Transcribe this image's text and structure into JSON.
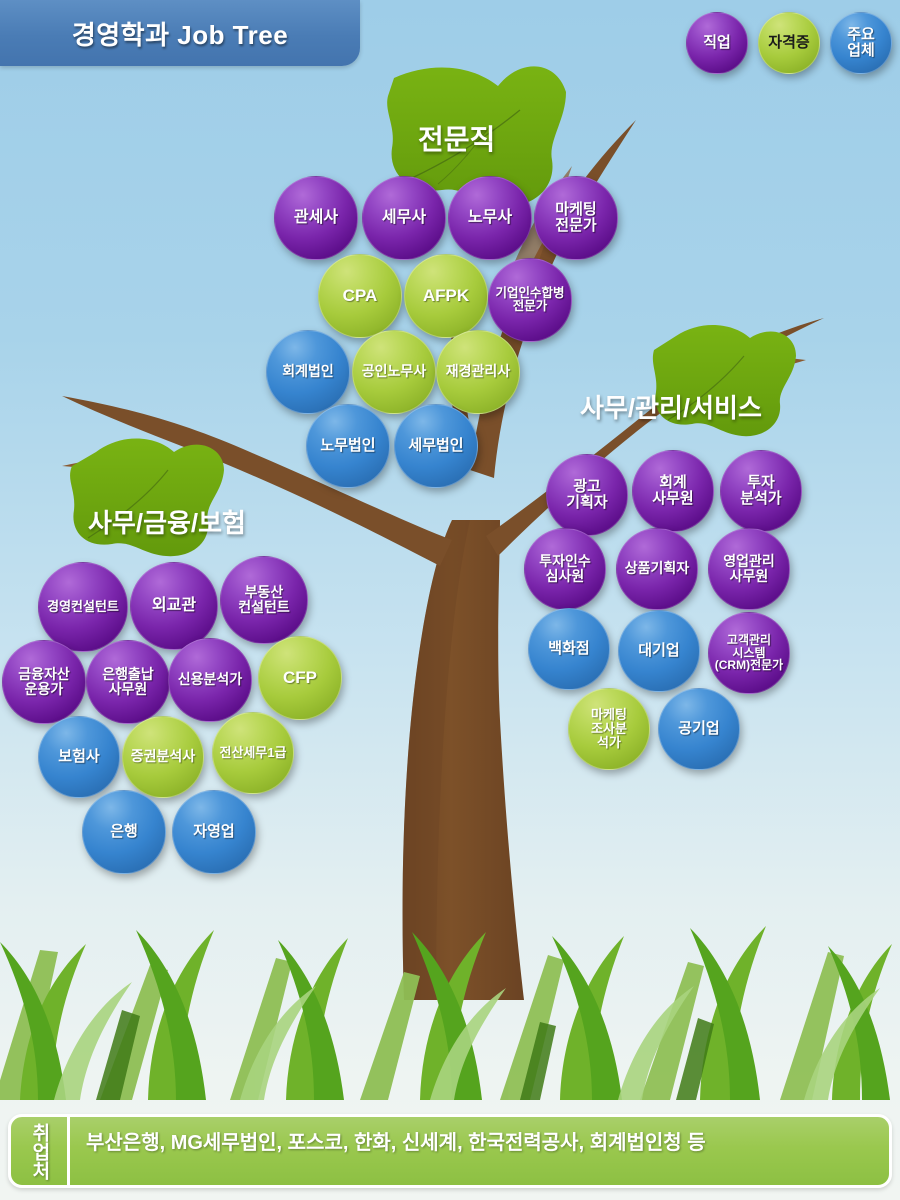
{
  "header": {
    "title": "경영학과 Job Tree"
  },
  "legend": {
    "items": [
      {
        "label": "직업",
        "color_key": "purple",
        "hex": "#7a25ab"
      },
      {
        "label": "자격증",
        "color_key": "green",
        "hex": "#a7cb3c"
      },
      {
        "label": "주요\n업체",
        "color_key": "blue",
        "hex": "#3684cf"
      }
    ]
  },
  "branches": [
    {
      "leaf_label": "전문직",
      "nodes": [
        {
          "label": "관세사",
          "type": "purple"
        },
        {
          "label": "세무사",
          "type": "purple"
        },
        {
          "label": "노무사",
          "type": "purple"
        },
        {
          "label": "마케팅\n전문가",
          "type": "purple"
        },
        {
          "label": "CPA",
          "type": "green"
        },
        {
          "label": "AFPK",
          "type": "green"
        },
        {
          "label": "기업인수합병\n전문가",
          "type": "purple"
        },
        {
          "label": "회계법인",
          "type": "blue"
        },
        {
          "label": "공인노무사",
          "type": "green"
        },
        {
          "label": "재경관리사",
          "type": "green"
        },
        {
          "label": "노무법인",
          "type": "blue"
        },
        {
          "label": "세무법인",
          "type": "blue"
        }
      ]
    },
    {
      "leaf_label": "사무/관리/서비스",
      "nodes": [
        {
          "label": "광고\n기획자",
          "type": "purple"
        },
        {
          "label": "회계\n사무원",
          "type": "purple"
        },
        {
          "label": "투자\n분석가",
          "type": "purple"
        },
        {
          "label": "투자인수\n심사원",
          "type": "purple"
        },
        {
          "label": "상품기획자",
          "type": "purple"
        },
        {
          "label": "영업관리\n사무원",
          "type": "purple"
        },
        {
          "label": "백화점",
          "type": "blue"
        },
        {
          "label": "대기업",
          "type": "blue"
        },
        {
          "label": "고객관리\n시스템\n(CRM)전문가",
          "type": "purple"
        },
        {
          "label": "마케팅\n조사분\n석가",
          "type": "green"
        },
        {
          "label": "공기업",
          "type": "blue"
        }
      ]
    },
    {
      "leaf_label": "사무/금융/보험",
      "nodes": [
        {
          "label": "경영컨설턴트",
          "type": "purple"
        },
        {
          "label": "외교관",
          "type": "purple"
        },
        {
          "label": "부동산\n컨설턴트",
          "type": "purple"
        },
        {
          "label": "금융자산\n운용가",
          "type": "purple"
        },
        {
          "label": "은행출납\n사무원",
          "type": "purple"
        },
        {
          "label": "신용분석가",
          "type": "purple"
        },
        {
          "label": "CFP",
          "type": "green"
        },
        {
          "label": "보험사",
          "type": "blue"
        },
        {
          "label": "증권분석사",
          "type": "green"
        },
        {
          "label": "전산세무1급",
          "type": "green"
        },
        {
          "label": "은행",
          "type": "blue"
        },
        {
          "label": "자영업",
          "type": "blue"
        }
      ]
    }
  ],
  "footer": {
    "tag": "취업처",
    "employers": "부산은행, MG세무법인, 포스코, 한화, 신세계, 한국전력공사, 회계법인청 등"
  },
  "colors": {
    "sky_top": "#9ecde8",
    "sky_bottom": "#eef4f2",
    "trunk": "#7a4f2a",
    "leaf": "#6fa80f",
    "grass_dark": "#4e8b1b",
    "grass_mid": "#71b62c",
    "grass_light": "#9cc96a",
    "header_blue": "#4a7cb5",
    "footer_green": "#9ac84e"
  }
}
